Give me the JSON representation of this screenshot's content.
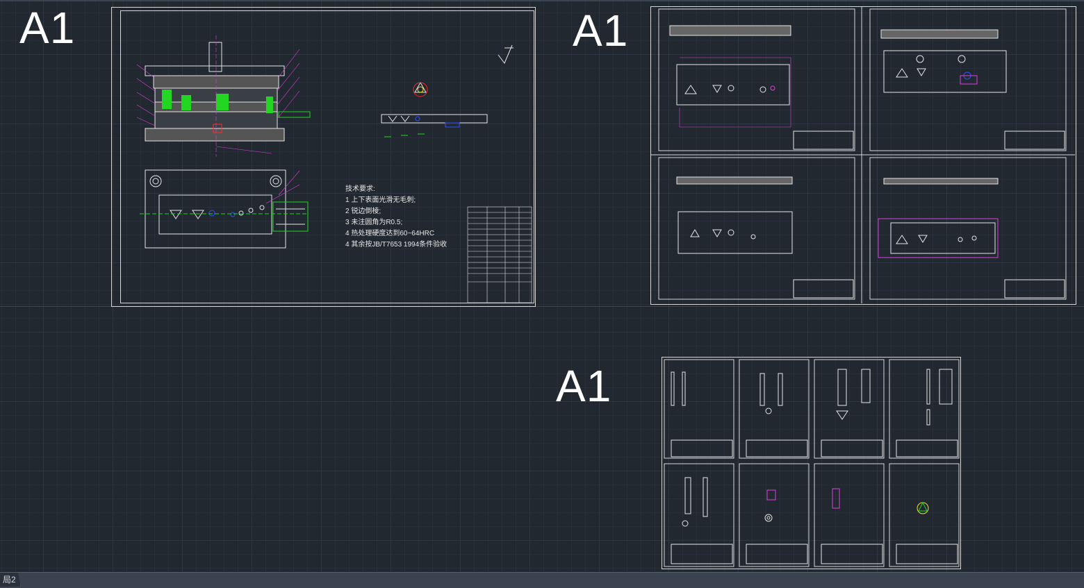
{
  "app": {
    "layout_tab_label": "局2"
  },
  "sheets": {
    "assembly": {
      "label": "A1",
      "tech_heading": "技术要求:",
      "tech_notes": [
        "1 上下表面光滑无毛刺;",
        "2 锐边倒棱;",
        "3 未注圆角为R0.5;",
        "4 热处理硬度达到60~64HRC",
        "4 其余按JB/T7653 1994条件验收"
      ]
    },
    "plates": {
      "label": "A1"
    },
    "parts": {
      "label": "A1"
    }
  },
  "colors": {
    "background": "#212830",
    "grid": "#2f3742",
    "line_white": "#e6e6e6",
    "magenta": "#e040e0",
    "green": "#22d622",
    "blue": "#3050ff",
    "red": "#ff2a2a",
    "yellow": "#f0e020"
  }
}
